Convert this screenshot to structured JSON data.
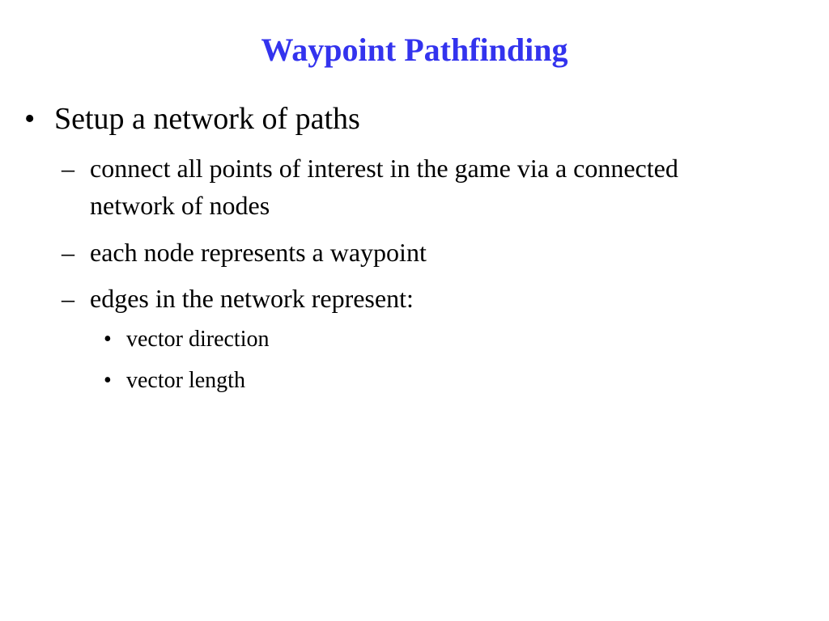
{
  "slide": {
    "title": "Waypoint Pathfinding",
    "title_color": "#3333ee",
    "bullets": [
      {
        "marker": "•",
        "text": "Setup a network of paths",
        "sub": [
          {
            "marker": "–",
            "text": "connect all points of interest in the game via a connected network of nodes"
          },
          {
            "marker": "–",
            "text": "each node represents a waypoint"
          },
          {
            "marker": "–",
            "text": "edges in the network represent:",
            "sub": [
              {
                "marker": "•",
                "text": "vector direction"
              },
              {
                "marker": "•",
                "text": "vector length"
              }
            ]
          }
        ]
      }
    ]
  }
}
